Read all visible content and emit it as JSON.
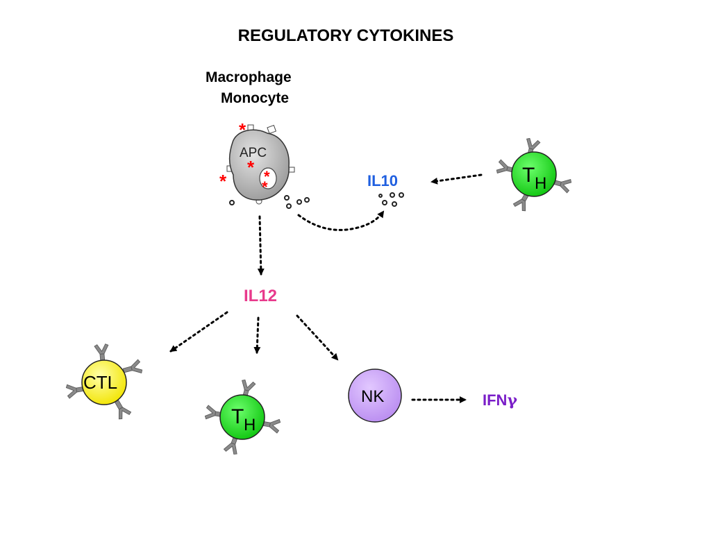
{
  "title": "REGULATORY CYTOKINES",
  "macrophage_label": {
    "line1": "Macrophage",
    "line2": "Monocyte"
  },
  "cells": {
    "apc": "APC",
    "th_main": "T",
    "th_main_sub": "H",
    "th_lower": "T",
    "th_lower_sub": "H",
    "ctl": "CTL",
    "nk": "NK"
  },
  "cytokines": {
    "il10": "IL10",
    "il12": "IL12",
    "ifn": "IFN",
    "ifn_symbol": "γ"
  },
  "colors": {
    "apc_fill": "#bdbdbd",
    "th_fill": "#1ee01e",
    "ctl_fill": "#ffff33",
    "nk_fill": "#cc99ff",
    "il10_text": "#1f5fe0",
    "il12_text": "#e83a8c",
    "ifn_text": "#7a1ec8",
    "asterisk": "#ff0000",
    "receptor": "#888888"
  },
  "icons": {
    "receptor": "y-shaped-receptor-icon",
    "granule": "cytokine-granule-icon",
    "asterisk": "red-asterisk-icon"
  }
}
